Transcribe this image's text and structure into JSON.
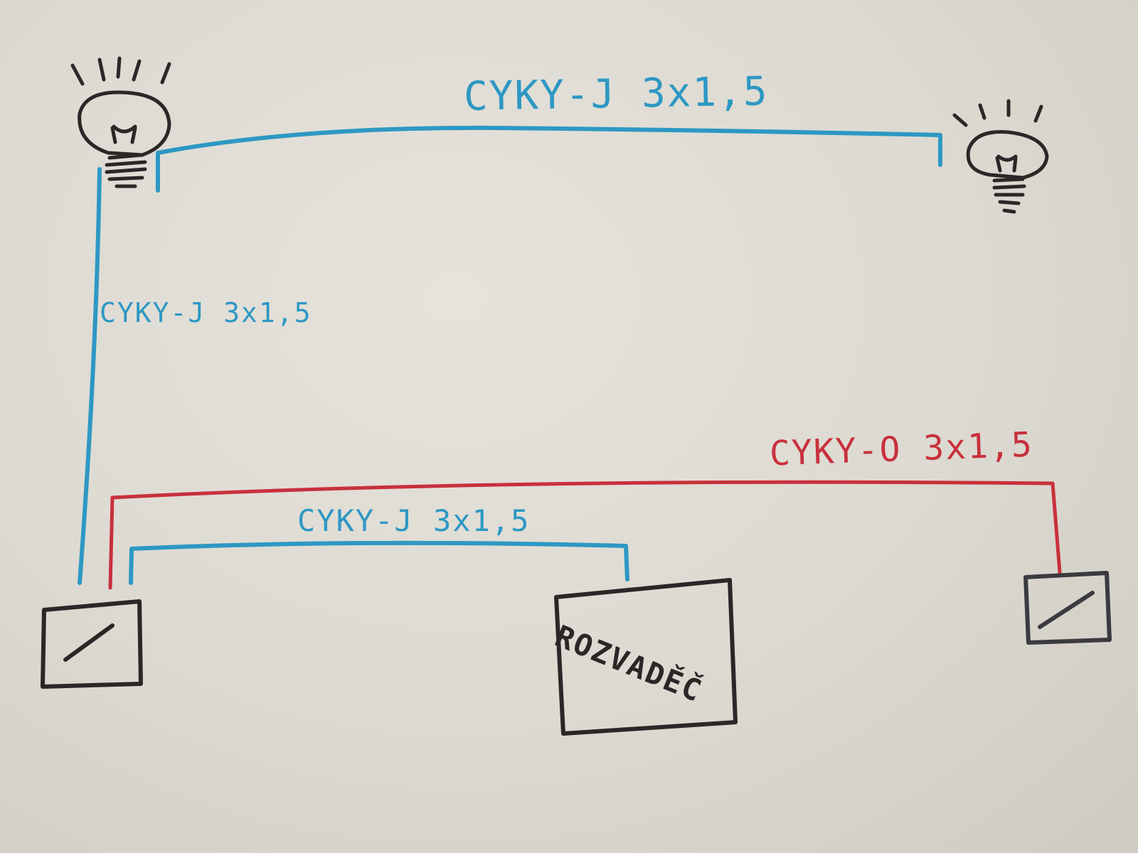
{
  "colors": {
    "paper": "#dcd9d1",
    "cable_blue": "#2d98c3",
    "cable_red": "#c8303c",
    "ink": "#2a2727"
  },
  "cables": {
    "top": "CYKY-J  3x1,5",
    "left": "CYKY-J  3x1,5",
    "middle": "CYKY-J  3x1,5",
    "red": "CYKY-O  3x1,5"
  },
  "distribution_box": {
    "label": "ROZVADĚČ"
  },
  "icons": [
    "light-bulb-icon",
    "light-bulb-icon",
    "switch-icon",
    "switch-icon"
  ]
}
